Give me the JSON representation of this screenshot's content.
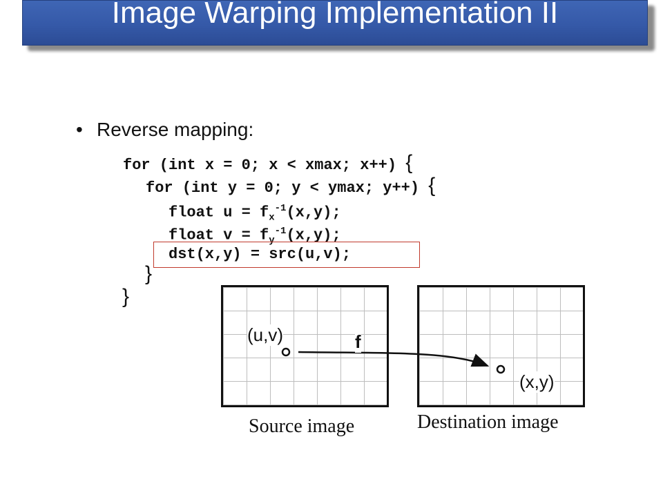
{
  "slide": {
    "title": "Image Warping Implementation II",
    "bullet": "Reverse mapping:"
  },
  "code": {
    "line1": "for (int x = 0; x < xmax; x++) ",
    "line2": "for (int y = 0; y < ymax; y++) ",
    "line3_pre": "float u = f",
    "line3_sub": "x",
    "line3_sup": "-1",
    "line3_post": "(x,y);",
    "line4_pre": "float v = f",
    "line4_sub": "y",
    "line4_sup": "-1",
    "line4_post": "(x,y);",
    "line5": "dst(x,y) = src(u,v);",
    "close_inner": "}",
    "close_outer": "}",
    "open_brace": "{"
  },
  "diagram": {
    "source_point_label": "(u,v)",
    "dest_point_label": "(x,y)",
    "mapping_label": "f",
    "source_caption": "Source image",
    "dest_caption": "Destination image"
  },
  "colors": {
    "title_bar": "#3559a8",
    "highlight_border": "#c0392b"
  }
}
